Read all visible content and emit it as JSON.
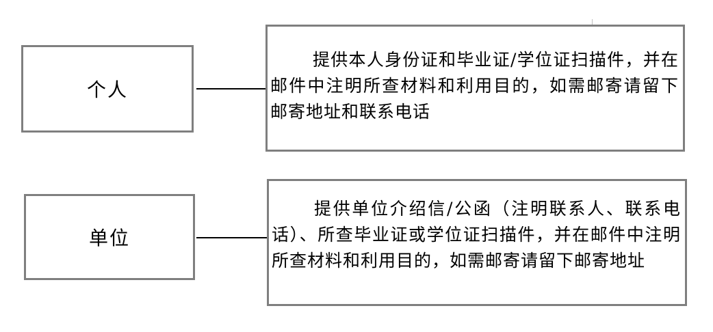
{
  "diagram": {
    "individual": {
      "label": "个人",
      "description": "提供本人身份证和毕业证/学位证扫描件，并在邮件中注明所查材料和利用目的，如需邮寄请留下邮寄地址和联系电话"
    },
    "organization": {
      "label": "单位",
      "description": "提供单位介绍信/公函（注明联系人、联系电话）、所查毕业证或学位证扫描件，并在邮件中注明所查材料和利用目的，如需邮寄请留下邮寄地址"
    }
  },
  "colors": {
    "box_border": "#7f7f7f",
    "connector": "#000000",
    "text": "#000000",
    "background": "#ffffff"
  }
}
